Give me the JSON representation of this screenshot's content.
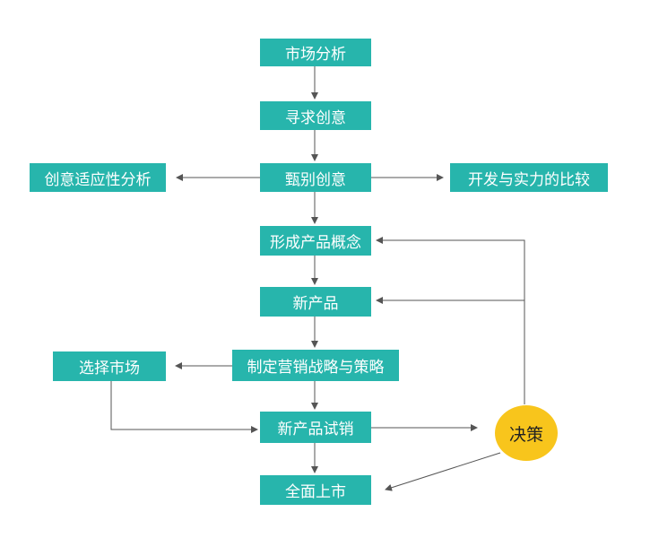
{
  "diagram": {
    "nodes": {
      "market_analysis": "市场分析",
      "seek_ideas": "寻求创意",
      "screen_ideas": "甄别创意",
      "idea_fit_analysis": "创意适应性分析",
      "dev_capability": "开发与实力的比较",
      "product_concept": "形成产品概念",
      "new_product": "新产品",
      "marketing_strategy": "制定营销战略与策略",
      "select_market": "选择市场",
      "test_marketing": "新产品试销",
      "full_launch": "全面上市",
      "decision": "决策"
    },
    "colors": {
      "box_fill": "#27b5ac",
      "box_text": "#ffffff",
      "decision_fill": "#f8c51c",
      "connector": "#555555"
    }
  }
}
